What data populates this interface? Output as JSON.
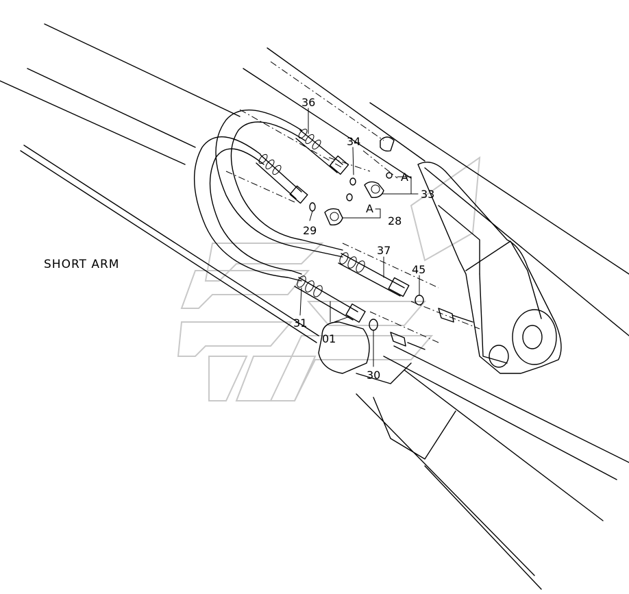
{
  "diagram": {
    "section_label": "SHORT   ARM",
    "callouts": {
      "p36": "36",
      "p34": "34",
      "p33": "33",
      "p29": "29",
      "p28": "28",
      "p37": "37",
      "p45": "45",
      "p31": "31",
      "p01": "01",
      "p30": "30",
      "a_upper": "A",
      "a_lower": "A"
    },
    "watermark": "logo",
    "line_color": "#000000",
    "watermark_color": "#c8c8c8"
  }
}
